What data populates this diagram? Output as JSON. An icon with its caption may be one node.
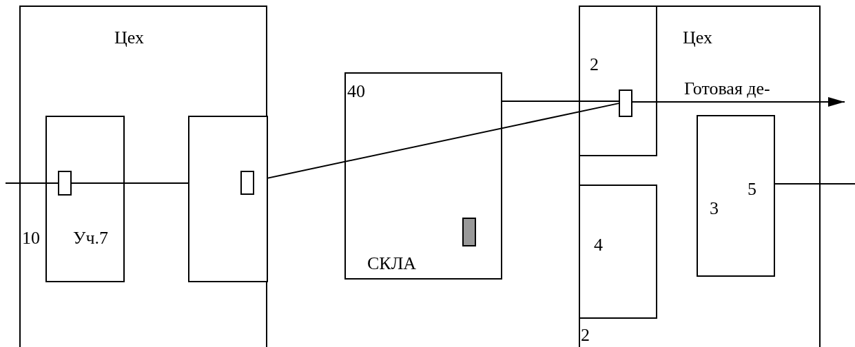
{
  "diagram": {
    "nodes": [
      {
        "text": [
          "Цех",
          "10"
        ]
      },
      {
        "text": [
          "Уч.7"
        ],
        "in": 0
      },
      {
        "text": [],
        "shape": "box",
        "in": 1
      },
      {
        "text": [],
        "shape": "box",
        "in": 0
      },
      {
        "text": [],
        "shape": "box",
        "in": 3
      },
      {
        "text": [
          "40",
          "СКЛА"
        ]
      },
      {
        "text": [],
        "shape": "box",
        "in": 5
      },
      {
        "text": [
          "Цех",
          "2"
        ]
      },
      {
        "text": [
          "2"
        ],
        "in": 7
      },
      {
        "text": [],
        "shape": "box",
        "in": 8
      },
      {
        "text": [
          "4"
        ],
        "in": 7
      },
      {
        "text": [
          "3",
          "5"
        ],
        "in": 7
      }
    ],
    "edges": [
      {
        "from": null,
        "to": 2,
        "arrow": "none"
      },
      {
        "from": 2,
        "to": 4,
        "arrow": "none"
      },
      {
        "from": 4,
        "to": 9,
        "arrow": "none"
      },
      {
        "from": 5,
        "to": 9,
        "arrow": "none"
      },
      {
        "from": 9,
        "to": null,
        "arrow": "to",
        "label": "Готовая де-"
      },
      {
        "from": 11,
        "to": null,
        "arrow": "none"
      }
    ]
  }
}
